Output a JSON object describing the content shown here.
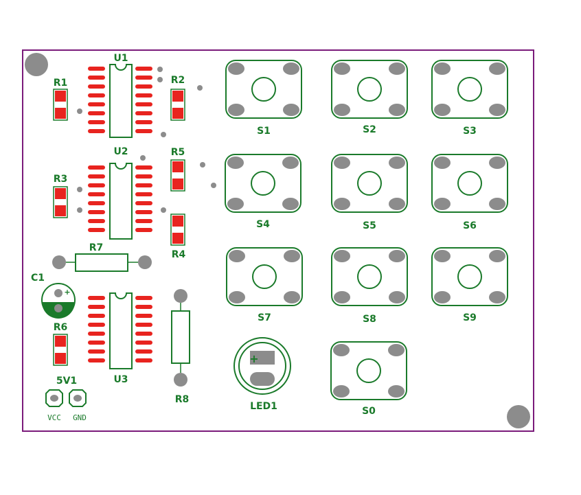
{
  "colors": {
    "board_outline": "#7a1a7a",
    "silkscreen": "#1a7a2a",
    "pad_smd": "#e8241f",
    "pad_gray": "#8c8c8c"
  },
  "resistors_smd": [
    {
      "ref": "R1"
    },
    {
      "ref": "R2"
    },
    {
      "ref": "R3"
    },
    {
      "ref": "R4"
    },
    {
      "ref": "R5"
    },
    {
      "ref": "R6"
    }
  ],
  "resistors_tht": [
    {
      "ref": "R7"
    },
    {
      "ref": "R8"
    }
  ],
  "ics": [
    {
      "ref": "U1"
    },
    {
      "ref": "U2"
    },
    {
      "ref": "U3"
    }
  ],
  "capacitor": {
    "ref": "C1",
    "polarity_mark": "+"
  },
  "buttons": [
    {
      "ref": "S1"
    },
    {
      "ref": "S2"
    },
    {
      "ref": "S3"
    },
    {
      "ref": "S4"
    },
    {
      "ref": "S5"
    },
    {
      "ref": "S6"
    },
    {
      "ref": "S7"
    },
    {
      "ref": "S8"
    },
    {
      "ref": "S9"
    },
    {
      "ref": "S0"
    }
  ],
  "led": {
    "ref": "LED1",
    "polarity_mark": "+"
  },
  "connector": {
    "ref": "5V1",
    "pins": [
      "VCC",
      "GND"
    ]
  }
}
